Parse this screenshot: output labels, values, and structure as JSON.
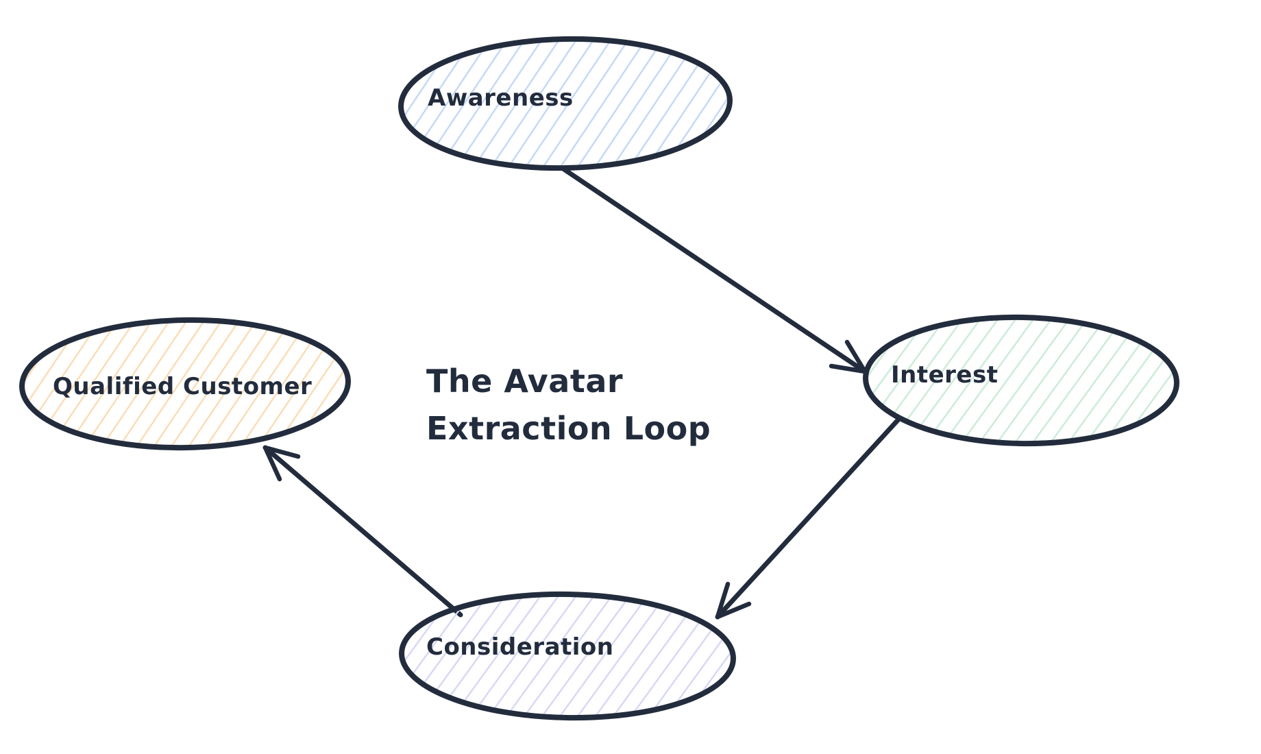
{
  "diagram": {
    "title_line1": "The Avatar",
    "title_line2": "Extraction Loop",
    "nodes": {
      "awareness": {
        "label": "Awareness",
        "hatch_color": "#c3d7f5"
      },
      "interest": {
        "label": "Interest",
        "hatch_color": "#c9ebd8"
      },
      "consideration": {
        "label": "Consideration",
        "hatch_color": "#d6d6f5"
      },
      "qualified_customer": {
        "label": "Qualified Customer",
        "hatch_color": "#f9dcb5"
      }
    },
    "edges": [
      {
        "from": "Awareness",
        "to": "Interest"
      },
      {
        "from": "Interest",
        "to": "Consideration"
      },
      {
        "from": "Consideration",
        "to": "Qualified Customer"
      }
    ],
    "colors": {
      "ink": "#222c3d",
      "background": "#ffffff"
    }
  }
}
